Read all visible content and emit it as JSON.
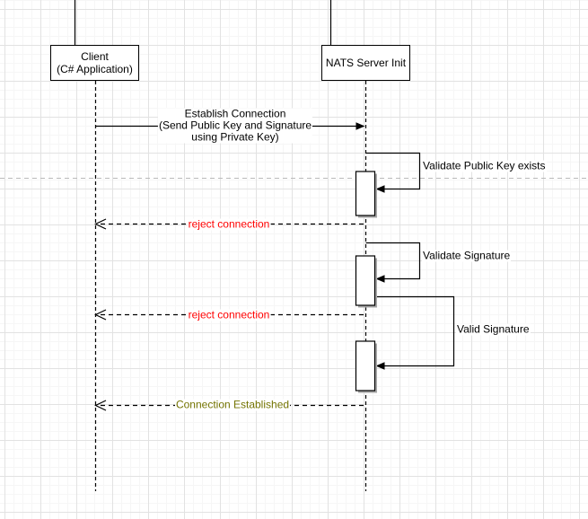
{
  "diagram": {
    "type": "sequence-diagram",
    "actors": {
      "client": {
        "line1": "Client",
        "line2": "(C# Application)"
      },
      "nats": {
        "label": "NATS Server Init"
      }
    },
    "messages": {
      "establish": {
        "line1": "Establish Connection",
        "line2": "(Send Public Key and Signature",
        "line3": "using Private Key)"
      },
      "validate_public_key": "Validate Public Key exists",
      "reject_1": "reject connection",
      "validate_signature": "Validate Signature",
      "reject_2": "reject connection",
      "valid_signature": "Valid Signature",
      "connection_established": "Connection Established"
    },
    "colors": {
      "stroke": "#000000",
      "reject": "#FF0000",
      "established": "#737300",
      "grid_minor": "#F6F6F6",
      "grid_major": "#E2E2E2",
      "page_break": "#B9B9B9"
    }
  }
}
